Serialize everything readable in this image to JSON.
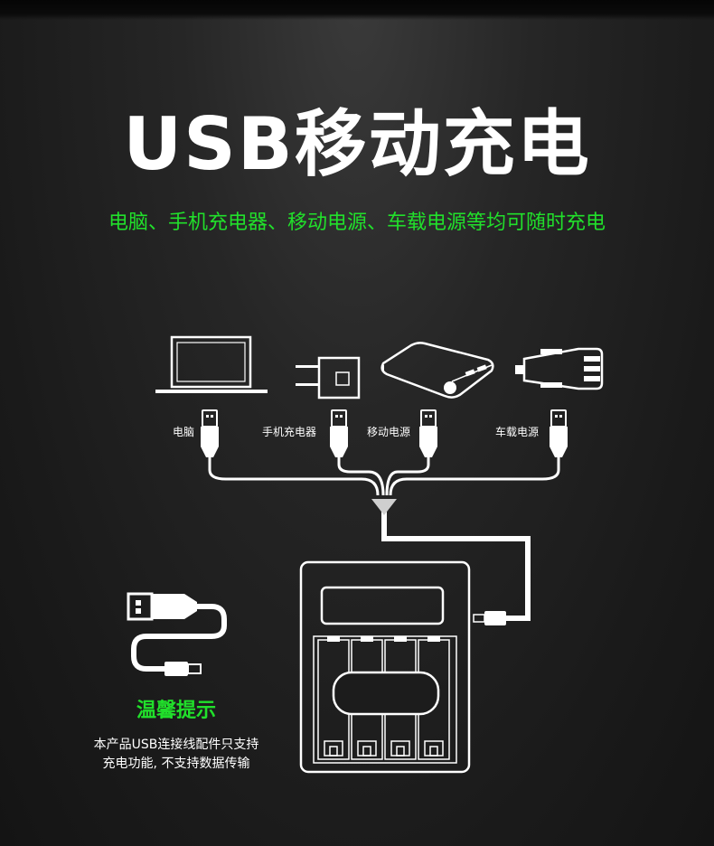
{
  "title": "USB移动充电",
  "subtitle": "电脑、手机充电器、移动电源、车载电源等均可随时充电",
  "sources": [
    {
      "label": "电脑",
      "icon": "laptop-icon"
    },
    {
      "label": "手机充电器",
      "icon": "wall-adapter-icon"
    },
    {
      "label": "移动电源",
      "icon": "power-bank-icon"
    },
    {
      "label": "车载电源",
      "icon": "car-charger-icon"
    }
  ],
  "tip": {
    "title": "温馨提示",
    "line1": "本产品USB连接线配件只支持",
    "line2": "充电功能, 不支持数据传输"
  },
  "colors": {
    "accent": "#21e02b",
    "line": "#ffffff",
    "background": "#1c1c1c"
  }
}
